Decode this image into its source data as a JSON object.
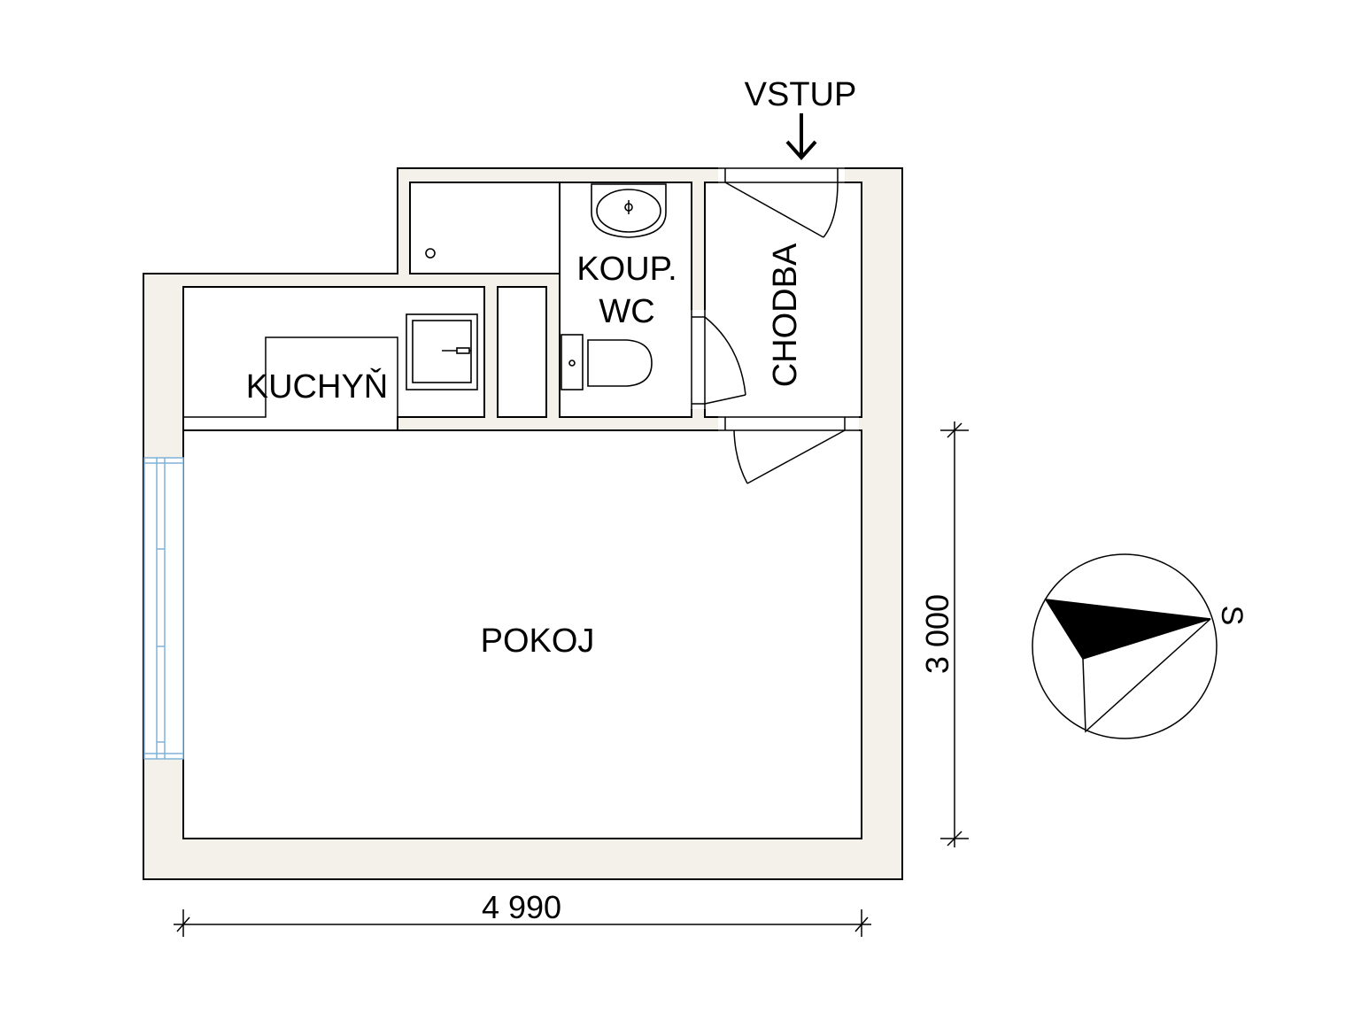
{
  "rooms": {
    "kitchen": "KUCHYŇ",
    "bathroom_line1": "KOUP.",
    "bathroom_line2": "WC",
    "hallway": "CHODBA",
    "living_room": "POKOJ"
  },
  "entrance": "VSTUP",
  "dimensions": {
    "width": "4 990",
    "height": "3 000"
  },
  "compass": {
    "label": "S"
  },
  "colors": {
    "wall_fill": "#f3f1ea",
    "window": "#7fb2d8",
    "room_fill": "#ffffff"
  }
}
